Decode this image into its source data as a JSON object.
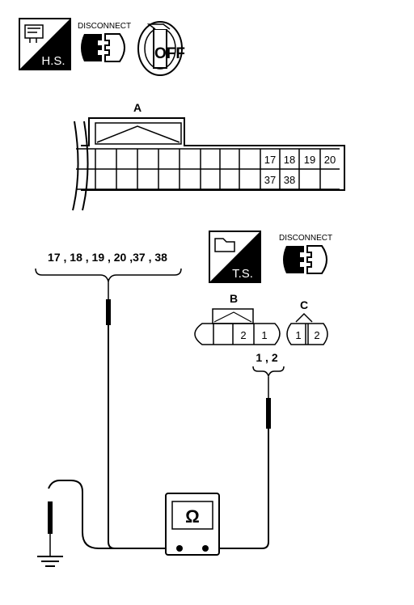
{
  "icons": {
    "hs_label": "H.S.",
    "ts_label": "T.S.",
    "disconnect_top": "DISCONNECT",
    "disconnect_mid": "DISCONNECT",
    "key_label": "OFF"
  },
  "connector_a": {
    "label": "A",
    "pins_top": [
      "17",
      "18",
      "19",
      "20"
    ],
    "pins_bottom": [
      "37",
      "38"
    ]
  },
  "connector_b": {
    "label": "B",
    "pins": [
      "2",
      "1"
    ]
  },
  "connector_c": {
    "label": "C",
    "pins": [
      "1",
      "2"
    ]
  },
  "probe_a_terminals": "17 , 18 , 19 , 20 ,37 , 38",
  "probe_b_terminals": "1 , 2",
  "meter": {
    "symbol": "Ω"
  }
}
